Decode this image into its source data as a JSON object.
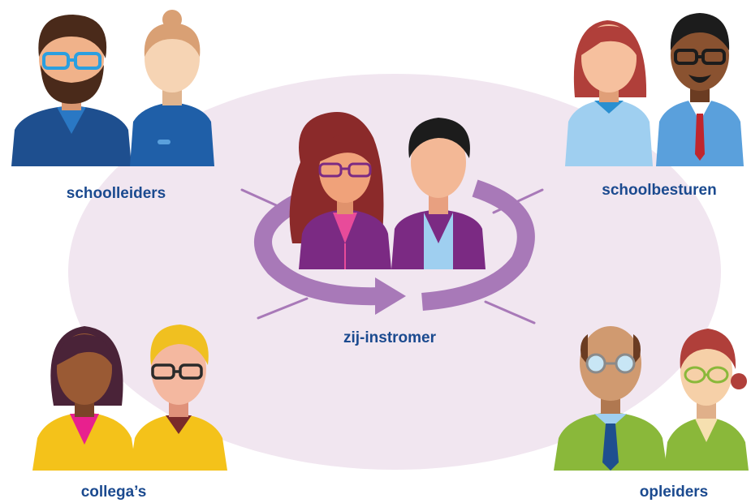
{
  "colors": {
    "label": "#1b4a8f",
    "background_ellipse": "#f1e6f0",
    "arrow": "#a879b8",
    "spoke": "#a879b8",
    "central_purple": "#7b2a83",
    "teacher_blue": "#1f5fa8",
    "board_light_blue": "#8fc6ea",
    "colleague_yellow": "#f4c21a",
    "trainer_green": "#8ab83a"
  },
  "groups": {
    "top_left": {
      "label": "schoolleiders",
      "icon": "two-people-icon"
    },
    "top_right": {
      "label": "schoolbesturen",
      "icon": "two-people-icon"
    },
    "bottom_left": {
      "label": "collega’s",
      "icon": "two-people-icon"
    },
    "bottom_right": {
      "label": "opleiders",
      "icon": "two-people-icon"
    }
  },
  "center": {
    "label": "zij-instromer",
    "icon": "two-people-icon"
  }
}
